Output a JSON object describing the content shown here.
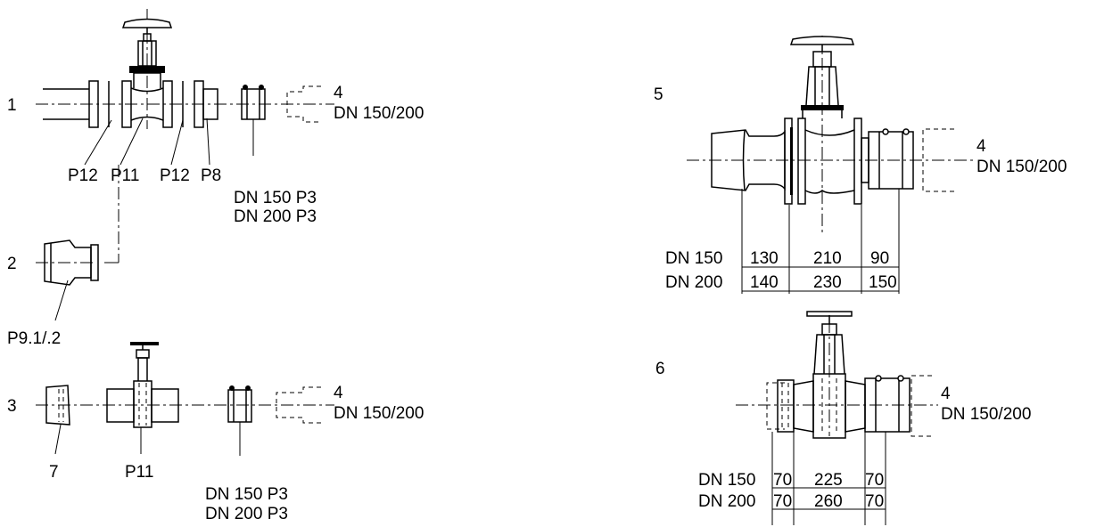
{
  "section1": {
    "number": "1",
    "connection_number": "4",
    "connection_dn": "DN 150/200",
    "parts": [
      "P12",
      "P11",
      "P12",
      "P8"
    ],
    "clamp_dn150": "DN 150  P3",
    "clamp_dn200": "DN 200  P3"
  },
  "section2": {
    "number": "2",
    "part": "P9.1/.2"
  },
  "section3": {
    "number": "3",
    "connection_number": "4",
    "connection_dn": "DN 150/200",
    "part_left": "7",
    "part_valve": "P11",
    "clamp_dn150": "DN 150  P3",
    "clamp_dn200": "DN 200  P3"
  },
  "section5": {
    "number": "5",
    "connection_number": "4",
    "connection_dn": "DN 150/200",
    "row_dn150": {
      "label": "DN 150",
      "dims": [
        "130",
        "210",
        "90"
      ]
    },
    "row_dn200": {
      "label": "DN 200",
      "dims": [
        "140",
        "230",
        "150"
      ]
    }
  },
  "section6": {
    "number": "6",
    "connection_number": "4",
    "connection_dn": "DN 150/200",
    "row_dn150": {
      "label": "DN 150",
      "dims": [
        "70",
        "225",
        "70"
      ]
    },
    "row_dn200": {
      "label": "DN 200",
      "dims": [
        "70",
        "260",
        "70"
      ]
    }
  }
}
